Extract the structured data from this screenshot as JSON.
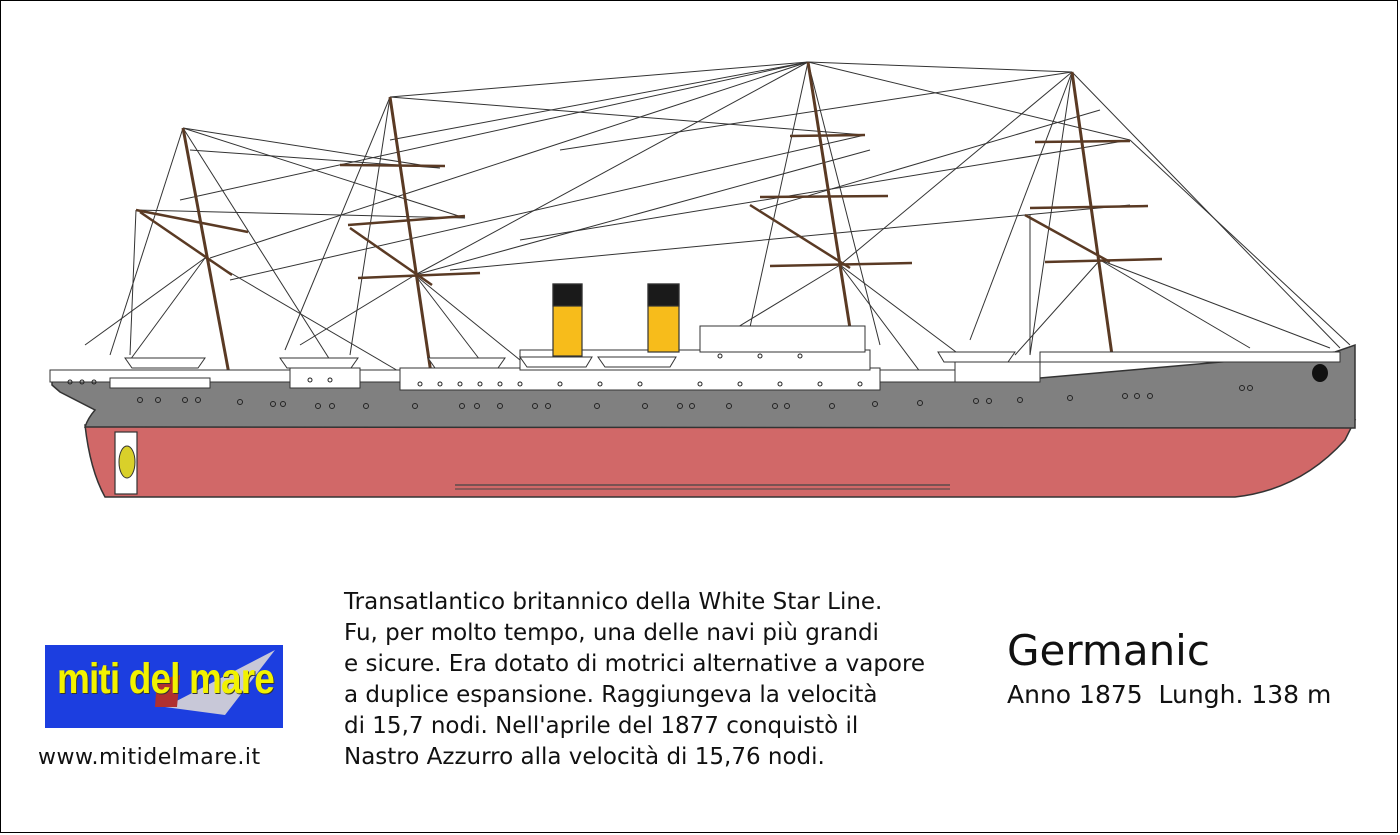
{
  "ship": {
    "name": "Germanic",
    "specs": "Anno 1875  Lungh. 138 m",
    "hull_color": "#d16868",
    "upper_hull_color": "#808080",
    "funnel_color": "#f7bc1b",
    "funnel_top_color": "#1a1a1a"
  },
  "description": {
    "lines": [
      "Transatlantico britannico della White Star Line.",
      "Fu, per molto tempo, una delle navi più grandi",
      "e sicure. Era dotato di motrici alternative a vapore",
      "a duplice espansione. Raggiungeva la velocità",
      "di 15,7 nodi. Nell'aprile del 1877 conquistò il",
      "Nastro Azzurro alla velocità di 15,76 nodi."
    ]
  },
  "logo": {
    "text": "miti del mare",
    "background": "#1c3ee0",
    "text_color": "#f2f200"
  },
  "website": "www.mitidelmare.it"
}
